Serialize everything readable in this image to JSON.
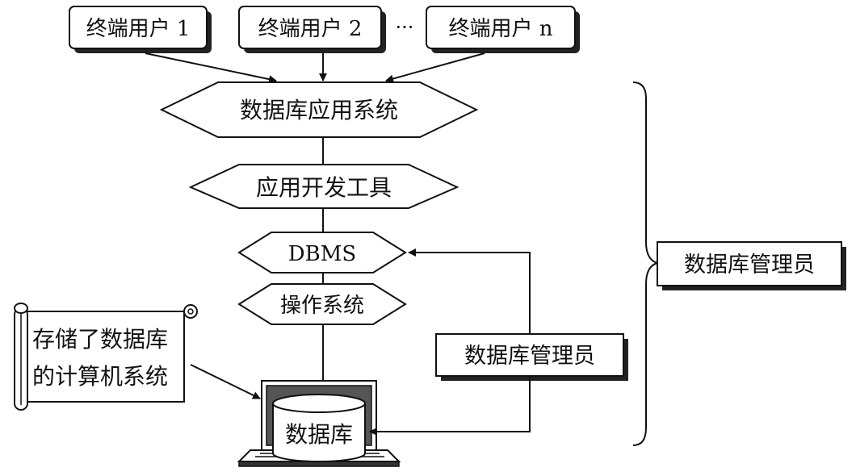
{
  "diagram": {
    "users": [
      {
        "label": "终端用户 1"
      },
      {
        "label": "终端用户 2"
      },
      {
        "label": "终端用户 n"
      }
    ],
    "ellipsis": "···",
    "app_system": "数据库应用系统",
    "dev_tools": "应用开发工具",
    "dbms": "DBMS",
    "os": "操作系统",
    "database": "数据库",
    "scroll_text": [
      "存储了数据库",
      "的计算机系统"
    ],
    "dba_inner": "数据库管理员",
    "dba_outer": "数据库管理员"
  }
}
